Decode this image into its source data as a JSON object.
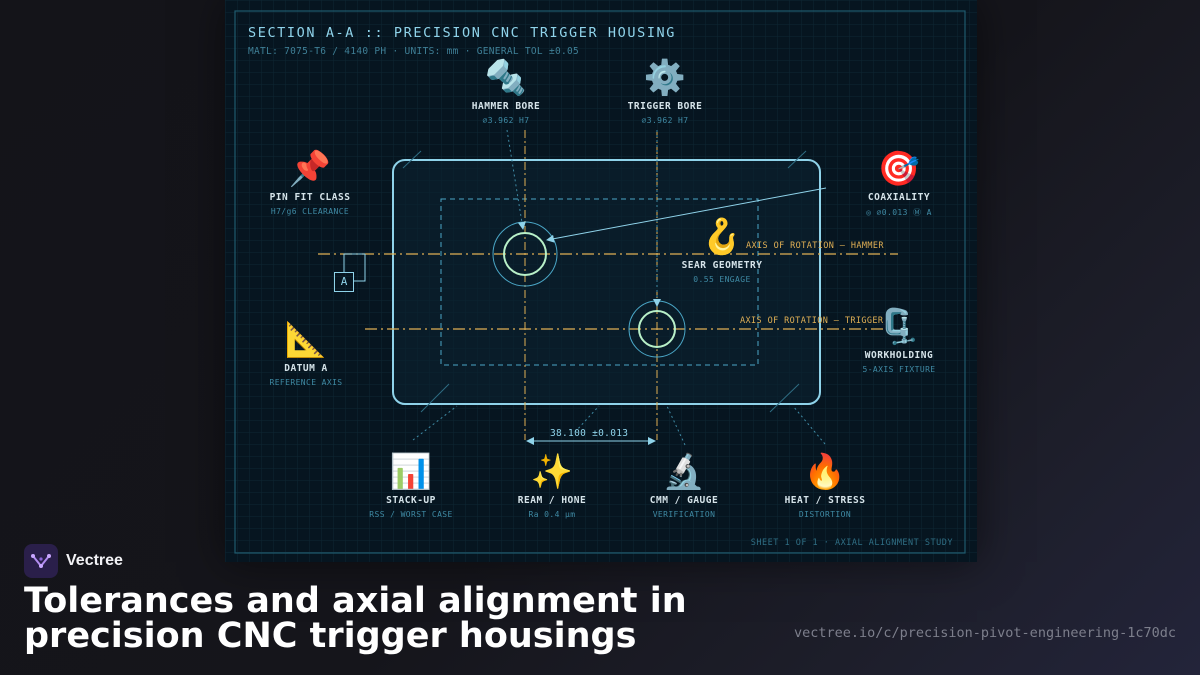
{
  "drawing": {
    "title": "SECTION A-A :: PRECISION CNC TRIGGER HOUSING",
    "meta": "MATL: 7075-T6 / 4140 PH · UNITS: mm · GENERAL TOL ±0.05",
    "footer": "SHEET 1 OF 1 · AXIAL ALIGNMENT STUDY",
    "axis_hammer": "AXIS OF ROTATION — HAMMER",
    "axis_trigger": "AXIS OF ROTATION — TRIGGER",
    "dimension": "38.100 ±0.013",
    "datum": "A",
    "colors": {
      "line": "#8fd3ea",
      "axis": "#e0b055",
      "bore": "#b8f0c8",
      "background": "#061520"
    }
  },
  "callouts": {
    "hammer_bore": {
      "icon": "🔩",
      "icon_name": "bolt-icon",
      "label": "HAMMER BORE",
      "sub": "⌀3.962 H7"
    },
    "trigger_bore": {
      "icon": "⚙️",
      "icon_name": "gear-icon",
      "label": "TRIGGER BORE",
      "sub": "⌀3.962 H7"
    },
    "pin_fit": {
      "icon": "📌",
      "icon_name": "pushpin-icon",
      "label": "PIN FIT CLASS",
      "sub": "H7/g6 CLEARANCE"
    },
    "coaxiality": {
      "icon": "🎯",
      "icon_name": "target-icon",
      "label": "COAXIALITY",
      "sub": "◎ ⌀0.013 Ⓜ A"
    },
    "sear": {
      "icon": "🪝",
      "icon_name": "hook-icon",
      "label": "SEAR GEOMETRY",
      "sub": "0.55 ENGAGE"
    },
    "workholding": {
      "icon": "🗜️",
      "icon_name": "clamp-icon",
      "label": "WORKHOLDING",
      "sub": "5-AXIS FIXTURE"
    },
    "datum_a": {
      "icon": "📐",
      "icon_name": "triangle-ruler-icon",
      "label": "DATUM A",
      "sub": "REFERENCE AXIS"
    },
    "stackup": {
      "icon": "📊",
      "icon_name": "bar-chart-icon",
      "label": "STACK-UP",
      "sub": "RSS / WORST CASE"
    },
    "ream": {
      "icon": "✨",
      "icon_name": "sparkles-icon",
      "label": "REAM / HONE",
      "sub": "Ra 0.4 µm"
    },
    "cmm": {
      "icon": "🔬",
      "icon_name": "microscope-icon",
      "label": "CMM / GAUGE",
      "sub": "VERIFICATION"
    },
    "heat": {
      "icon": "🔥",
      "icon_name": "fire-icon",
      "label": "HEAT / STRESS",
      "sub": "DISTORTION"
    }
  },
  "brand": {
    "name": "Vectree",
    "logo_icon": "vectree-logo-icon"
  },
  "headline": "Tolerances and axial alignment in precision CNC trigger housings",
  "url": "vectree.io/c/precision-pivot-engineering-1c70dc"
}
